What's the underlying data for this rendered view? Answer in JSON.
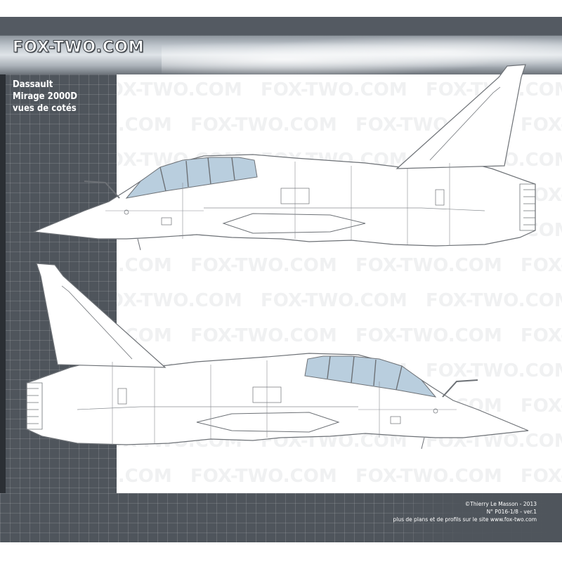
{
  "header": {
    "brand": "FOX-TWO.COM"
  },
  "title": {
    "line1": "Dassault",
    "line2": "Mirage 2000D",
    "line3": "vues de cotés"
  },
  "watermark": {
    "text": "FOX-TWO.COM"
  },
  "credits": {
    "copyright": "©Thierry Le Masson - 2013",
    "reference": "N° P016-1/8  -  ver.1",
    "note": "plus de plans et de profils sur le site www.fox-two.com"
  },
  "colors": {
    "frame": "#4f555c",
    "grid": "#6b7178",
    "canopy": "#b9cede",
    "outline": "#6d7176"
  }
}
